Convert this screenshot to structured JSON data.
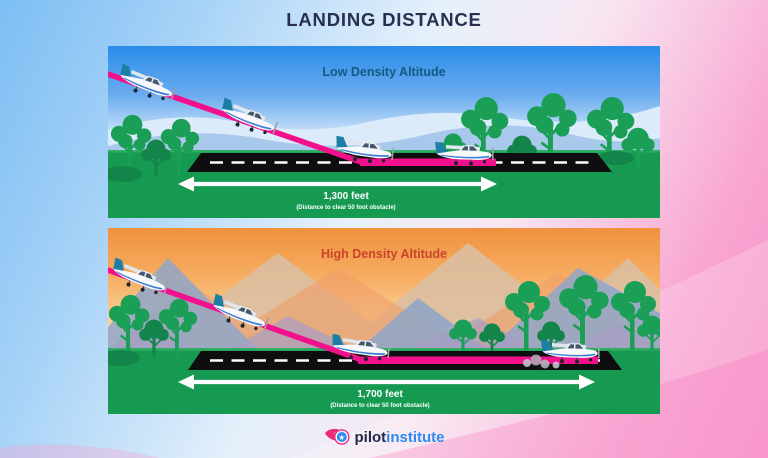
{
  "title": "LANDING DISTANCE",
  "panels": [
    {
      "id": "low-density",
      "title": "Low Density Altitude",
      "title_color": "#155a80",
      "distance": "1,300 feet",
      "note": "(Distance to clear 50 foot obstacle)",
      "scene": "airplane descending over trees onto runway, day sky with blue hills"
    },
    {
      "id": "high-density",
      "title": "High Density Altitude",
      "title_color": "#c9452a",
      "distance": "1,700 feet",
      "note": "(Distance to clear 50 foot obstacle)",
      "scene": "airplane descending onto runway with longer rollout, sunset sky with mountains"
    }
  ],
  "logo": {
    "part1": "pilot",
    "part2": "institute",
    "icon": "winged-badge-star-icon"
  },
  "colors": {
    "path_pink": "#f2108c",
    "grass_green": "#169a52",
    "runway_black": "#0e0e10",
    "arrow_white": "#ffffff",
    "title_navy": "#273050",
    "bg_blue": "#7cbef3",
    "bg_pink": "#f78fc5",
    "logo_pink": "#ee2a7b",
    "logo_blue": "#2e8bf2"
  }
}
